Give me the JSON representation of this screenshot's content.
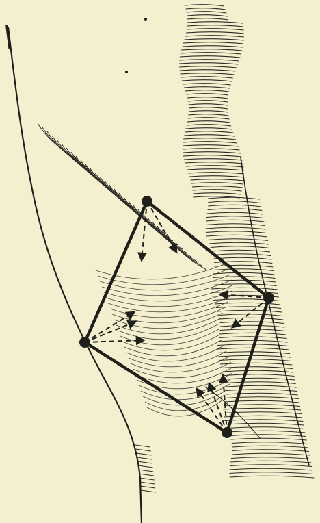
{
  "figure": {
    "background_color": "#f3efcf",
    "ink_color": "#1f1f1c",
    "hatch_color": "#2a2a26",
    "vertices": [
      "top",
      "right",
      "bottom",
      "left"
    ],
    "arrow_groups": [
      {
        "from": "top",
        "count": 2
      },
      {
        "from": "right",
        "count": 2
      },
      {
        "from": "bottom",
        "count": 3
      },
      {
        "from": "left",
        "count": 3
      }
    ]
  }
}
